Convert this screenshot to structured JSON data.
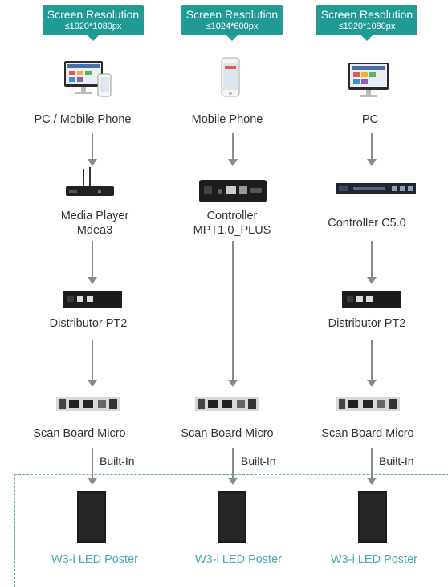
{
  "columns": [
    {
      "badge": {
        "title": "Screen Resolution",
        "value": "≤1920*1080px"
      },
      "source": "PC / Mobile Phone",
      "device2_line1": "Media Player",
      "device2_line2": "Mdea3",
      "distributor": "Distributor PT2",
      "scan_board": "Scan Board Micro",
      "built_in": "Built-In",
      "poster": "W3-i LED Poster"
    },
    {
      "badge": {
        "title": "Screen Resolution",
        "value": "≤1024*600px"
      },
      "source": "Mobile Phone",
      "device2_line1": "Controller",
      "device2_line2": "MPT1.0_PLUS",
      "scan_board": "Scan Board Micro",
      "built_in": "Built-In",
      "poster": "W3-i LED Poster"
    },
    {
      "badge": {
        "title": "Screen Resolution",
        "value": "≤1920*1080px"
      },
      "source": "PC",
      "device2_line1": "Controller C5.0",
      "distributor": "Distributor PT2",
      "scan_board": "Scan Board Micro",
      "built_in": "Built-In",
      "poster": "W3-i LED Poster"
    }
  ],
  "colors": {
    "badge": "#1f9b94",
    "poster_label": "#49a9b7",
    "arrow": "#8a8a8a",
    "dashed": "#5da8b2"
  }
}
